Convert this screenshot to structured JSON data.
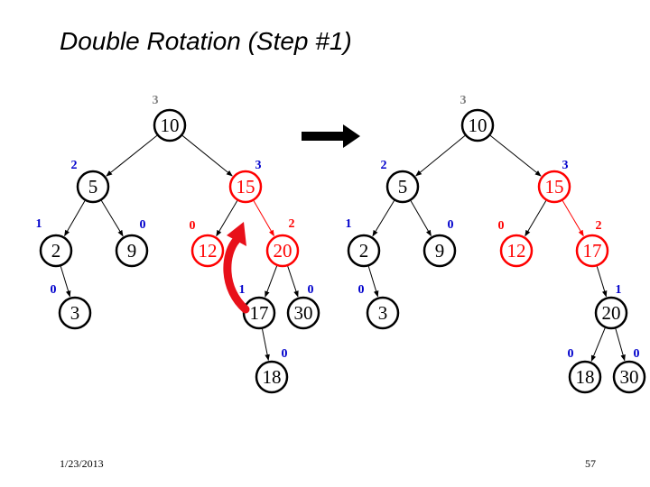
{
  "title": "Double Rotation (Step #1)",
  "footer": {
    "date": "1/23/2013",
    "page": "57"
  },
  "colors": {
    "normal": "#000000",
    "highlight": "#ff0000",
    "height": "#0000cc",
    "root_height": "#808080",
    "rotation_arrow": "#e8101a"
  },
  "diagram": {
    "before": {
      "nodes": [
        {
          "id": "b10",
          "key": "10",
          "height": "3",
          "style": "root"
        },
        {
          "id": "b5",
          "key": "5",
          "height": "2",
          "style": "normal"
        },
        {
          "id": "b15",
          "key": "15",
          "height": "3",
          "style": "highlight"
        },
        {
          "id": "b2",
          "key": "2",
          "height": "1",
          "style": "normal"
        },
        {
          "id": "b9",
          "key": "9",
          "height": "0",
          "style": "normal"
        },
        {
          "id": "b12",
          "key": "12",
          "height": "0",
          "style": "highlight"
        },
        {
          "id": "b20",
          "key": "20",
          "height": "2",
          "style": "highlight"
        },
        {
          "id": "b3",
          "key": "3",
          "height": "0",
          "style": "normal"
        },
        {
          "id": "b17",
          "key": "17",
          "height": "1",
          "style": "normal"
        },
        {
          "id": "b30",
          "key": "30",
          "height": "0",
          "style": "normal"
        },
        {
          "id": "b18",
          "key": "18",
          "height": "0",
          "style": "normal"
        }
      ],
      "edges": [
        {
          "from": "b10",
          "to": "b5",
          "style": "normal"
        },
        {
          "from": "b10",
          "to": "b15",
          "style": "normal"
        },
        {
          "from": "b5",
          "to": "b2",
          "style": "normal"
        },
        {
          "from": "b5",
          "to": "b9",
          "style": "normal"
        },
        {
          "from": "b15",
          "to": "b12",
          "style": "normal"
        },
        {
          "from": "b15",
          "to": "b20",
          "style": "highlight"
        },
        {
          "from": "b2",
          "to": "b3",
          "style": "normal"
        },
        {
          "from": "b20",
          "to": "b17",
          "style": "normal"
        },
        {
          "from": "b20",
          "to": "b30",
          "style": "normal"
        },
        {
          "from": "b17",
          "to": "b18",
          "style": "normal"
        }
      ]
    },
    "after": {
      "nodes": [
        {
          "id": "a10",
          "key": "10",
          "height": "3",
          "style": "root"
        },
        {
          "id": "a5",
          "key": "5",
          "height": "2",
          "style": "normal"
        },
        {
          "id": "a15",
          "key": "15",
          "height": "3",
          "style": "highlight"
        },
        {
          "id": "a2",
          "key": "2",
          "height": "1",
          "style": "normal"
        },
        {
          "id": "a9",
          "key": "9",
          "height": "0",
          "style": "normal"
        },
        {
          "id": "a12",
          "key": "12",
          "height": "0",
          "style": "highlight"
        },
        {
          "id": "a17",
          "key": "17",
          "height": "2",
          "style": "highlight"
        },
        {
          "id": "a3",
          "key": "3",
          "height": "0",
          "style": "normal"
        },
        {
          "id": "a20",
          "key": "20",
          "height": "1",
          "style": "normal"
        },
        {
          "id": "a18",
          "key": "18",
          "height": "0",
          "style": "normal"
        },
        {
          "id": "a30",
          "key": "30",
          "height": "0",
          "style": "normal"
        }
      ],
      "edges": [
        {
          "from": "a10",
          "to": "a5",
          "style": "normal"
        },
        {
          "from": "a10",
          "to": "a15",
          "style": "normal"
        },
        {
          "from": "a5",
          "to": "a2",
          "style": "normal"
        },
        {
          "from": "a5",
          "to": "a9",
          "style": "normal"
        },
        {
          "from": "a15",
          "to": "a12",
          "style": "normal"
        },
        {
          "from": "a15",
          "to": "a17",
          "style": "highlight"
        },
        {
          "from": "a2",
          "to": "a3",
          "style": "normal"
        },
        {
          "from": "a17",
          "to": "a20",
          "style": "normal"
        },
        {
          "from": "a20",
          "to": "a18",
          "style": "normal"
        },
        {
          "from": "a20",
          "to": "a30",
          "style": "normal"
        }
      ]
    }
  },
  "icons": {
    "transition": "right-arrow-icon",
    "rotation": "curved-rotation-arrow-icon"
  }
}
